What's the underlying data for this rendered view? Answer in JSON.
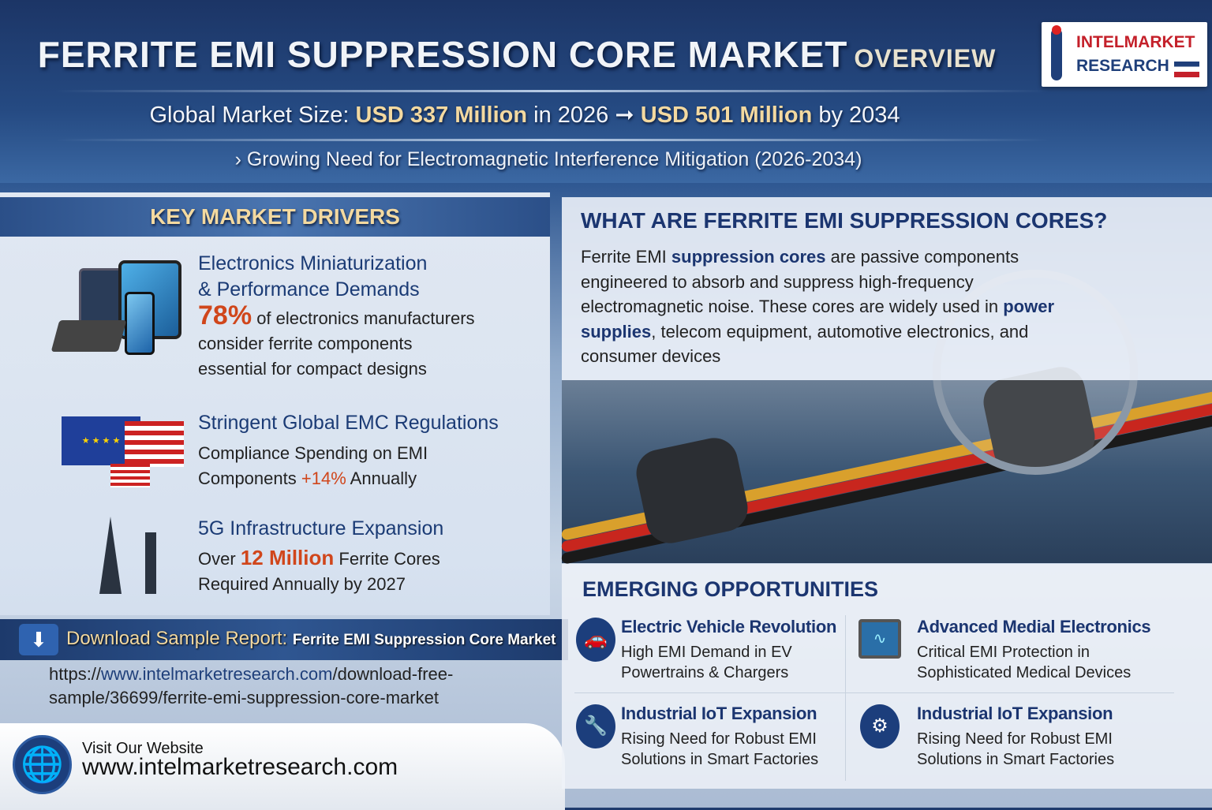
{
  "header": {
    "title": "FERRITE EMI SUPPRESSION CORE MARKET",
    "title_suffix": "OVERVIEW",
    "market_size_prefix": "Global Market Size:",
    "value_2026": "USD 337 Million",
    "in_2026": "in 2026",
    "arrow": "➞",
    "value_2034": "USD 501 Million",
    "by_2034": "by 2034",
    "subtitle": "Growing Need for Electromagnetic Interference Mitigation (2026-2034)"
  },
  "logo": {
    "line1": "INTELMARKET",
    "line2": "RESEARCH"
  },
  "drivers": {
    "heading": "KEY MARKET DRIVERS",
    "items": [
      {
        "title_line1": "Electronics Miniaturization",
        "title_line2": "& Performance Demands",
        "stat": "78%",
        "text1": "of electronics manufacturers",
        "text2": "consider ferrite components",
        "text3": "essential for compact designs"
      },
      {
        "title": "Stringent Global EMC Regulations",
        "text1": "Compliance Spending on EMI",
        "text2_pre": "Components",
        "stat": "+14%",
        "text2_post": "Annually"
      },
      {
        "title": "5G Infrastructure Expansion",
        "text1_pre": "Over",
        "stat": "12 Million",
        "text1_post": "Ferrite Cores",
        "text2": "Required Annually by 2027"
      }
    ]
  },
  "download": {
    "label": "Download Sample Report:",
    "report": "Ferrite EMI Suppression Core Market",
    "url_scheme": "https://",
    "url_domain": "www.intelmarketresearch.com",
    "url_path1": "/download-free-",
    "url_path2": "sample/36699/ferrite-emi-suppression-core-market"
  },
  "footer": {
    "visit": "Visit Our Website",
    "site": "www.intelmarketresearch.com"
  },
  "what": {
    "title": "WHAT ARE FERRITE EMI SUPPRESSION CORES?",
    "t1": "Ferrite EMI ",
    "b1": "suppression cores",
    "t2": " are passive components engineered to absorb and suppress high-frequency electromagnetic noise. These cores are widely used in ",
    "b2": "power supplies",
    "t3": ", telecom equipment, automotive electronics, and consumer devices"
  },
  "opportunities": {
    "heading": "EMERGING OPPORTUNITIES",
    "items": [
      {
        "title": "Electric Vehicle Revolution",
        "line1": "High EMI Demand in EV",
        "line2": "Powertrains & Chargers"
      },
      {
        "title": "Advanced Medial Electronics",
        "line1": "Critical EMI Protection in",
        "line2": "Sophisticated Medical Devices"
      },
      {
        "title": "Industrial IoT Expansion",
        "line1": "Rising Need for Robust EMI",
        "line2": "Solutions in Smart Factories"
      },
      {
        "title": "Industrial IoT Expansion",
        "line1": "Rising Need for Robust EMI",
        "line2": "Solutions in Smart Factories"
      }
    ]
  }
}
